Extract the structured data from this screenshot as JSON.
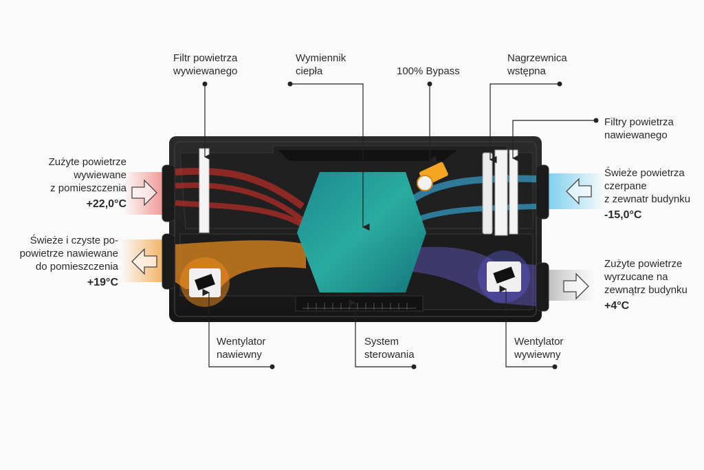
{
  "diagram": {
    "title": "Rekuperator – przekrój urządzenia",
    "colors": {
      "exhaust_warm": "#e8322a",
      "supply_warm": "#f0901e",
      "fresh_cold": "#3ab8ea",
      "exhaust_cold": "#6a5acd",
      "exchanger": "#1f9e9a",
      "bypass": "#f4a623",
      "casing": "#1e1e1e",
      "leader": "#222222"
    },
    "top_labels": {
      "exhaust_filter": [
        "Filtr powietrza",
        "wywiewanego"
      ],
      "heat_exchanger": [
        "Wymiennik",
        "ciepła"
      ],
      "bypass": [
        "100% Bypass"
      ],
      "preheater": [
        "Nagrzewnica",
        "wstępna"
      ],
      "supply_filters": [
        "Filtry powietrza",
        "nawiewanego"
      ]
    },
    "bottom_labels": {
      "supply_fan": [
        "Wentylator",
        "nawiewny"
      ],
      "control_system": [
        "System",
        "sterowania"
      ],
      "exhaust_fan": [
        "Wentylator",
        "wywiewny"
      ]
    },
    "ports": {
      "extract_in": {
        "lines": [
          "Zużyte powietrze",
          "wywiewane",
          "z pomieszczenia"
        ],
        "temp": "+22,0°C",
        "direction": "in"
      },
      "supply_out": {
        "lines": [
          "Świeże i czyste po-",
          "powietrze nawiewane",
          "do pomieszczenia"
        ],
        "temp": "+19°C",
        "direction": "out"
      },
      "outdoor_in": {
        "lines": [
          "Świeże powietrza",
          "czerpane",
          "z zewnatr budynku"
        ],
        "temp": "-15,0°C",
        "direction": "in"
      },
      "exhaust_out": {
        "lines": [
          "Zużyte powietrze",
          "wyrzucane na",
          "zewnątrz budynku"
        ],
        "temp": "+4°C",
        "direction": "out"
      }
    }
  }
}
